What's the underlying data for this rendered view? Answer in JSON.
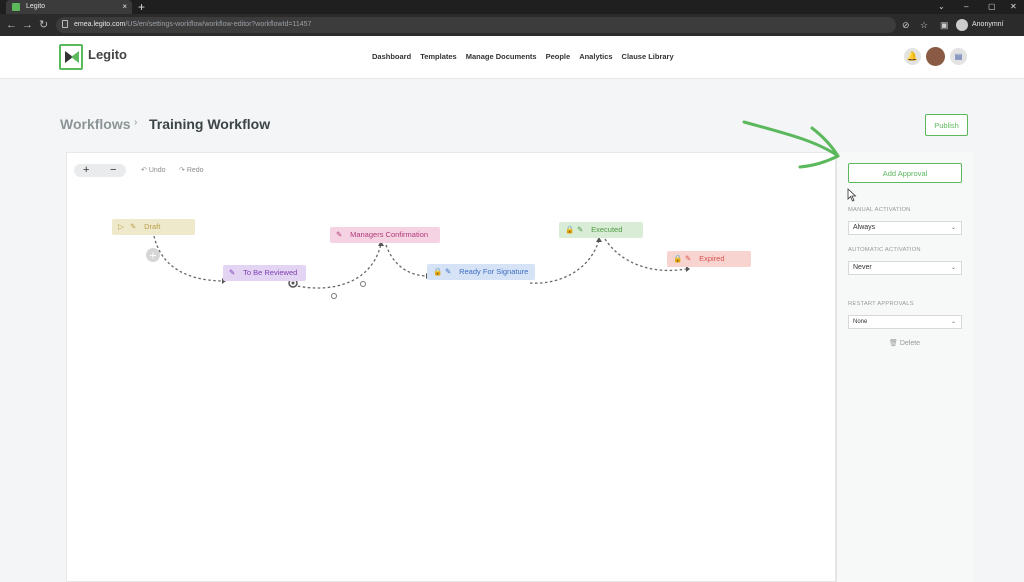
{
  "browser": {
    "tab_title": "Legito",
    "tab_close": "×",
    "new_tab": "+",
    "url_host": "emea.legito.com",
    "url_path": "/US/en/settings-workflow/workflow-editor?workflowId=11457",
    "profile_name": "Anonymní",
    "window_controls": [
      "⌄",
      "–",
      "▢",
      "✕"
    ]
  },
  "app": {
    "brand": "Legito",
    "nav": [
      "Dashboard",
      "Templates",
      "Manage Documents",
      "People",
      "Analytics",
      "Clause Library"
    ],
    "accent": "#5cb85c"
  },
  "page": {
    "breadcrumb_parent": "Workflows",
    "breadcrumb_sep": "›",
    "breadcrumb_current": "Training Workflow",
    "publish": "Publish"
  },
  "toolbar": {
    "zoom_in": "+",
    "zoom_out": "−",
    "undo": "Undo",
    "redo": "Redo"
  },
  "nodes": [
    {
      "label": "Draft",
      "bg": "#efe9cc",
      "fg": "#b8a04a"
    },
    {
      "label": "To Be Reviewed",
      "bg": "#e4d4f3",
      "fg": "#7b3fb1"
    },
    {
      "label": "Managers Confirmation",
      "bg": "#f6d3e2",
      "fg": "#b23a78"
    },
    {
      "label": "Ready For Signature",
      "bg": "#d6e3f6",
      "fg": "#3e6cc2"
    },
    {
      "label": "Executed",
      "bg": "#d9ecd6",
      "fg": "#4f9a45"
    },
    {
      "label": "Expired",
      "bg": "#f8d4d1",
      "fg": "#d9534f"
    }
  ],
  "panel": {
    "add_approval": "Add Approval",
    "manual_activation_label": "MANUAL ACTIVATION",
    "manual_activation_value": "Always",
    "automatic_activation_label": "AUTOMATIC ACTIVATION",
    "automatic_activation_value": "Never",
    "restart_approvals_label": "RESTART APPROVALS",
    "restart_approvals_value": "None",
    "delete": "Delete"
  }
}
